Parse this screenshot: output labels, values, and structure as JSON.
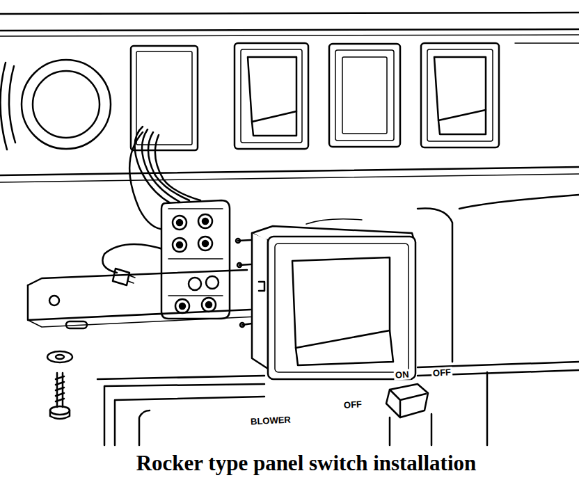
{
  "diagram": {
    "caption": "Rocker type panel switch installation",
    "labels": [
      "BLOWER",
      "OFF",
      "ON",
      "OFF"
    ]
  }
}
